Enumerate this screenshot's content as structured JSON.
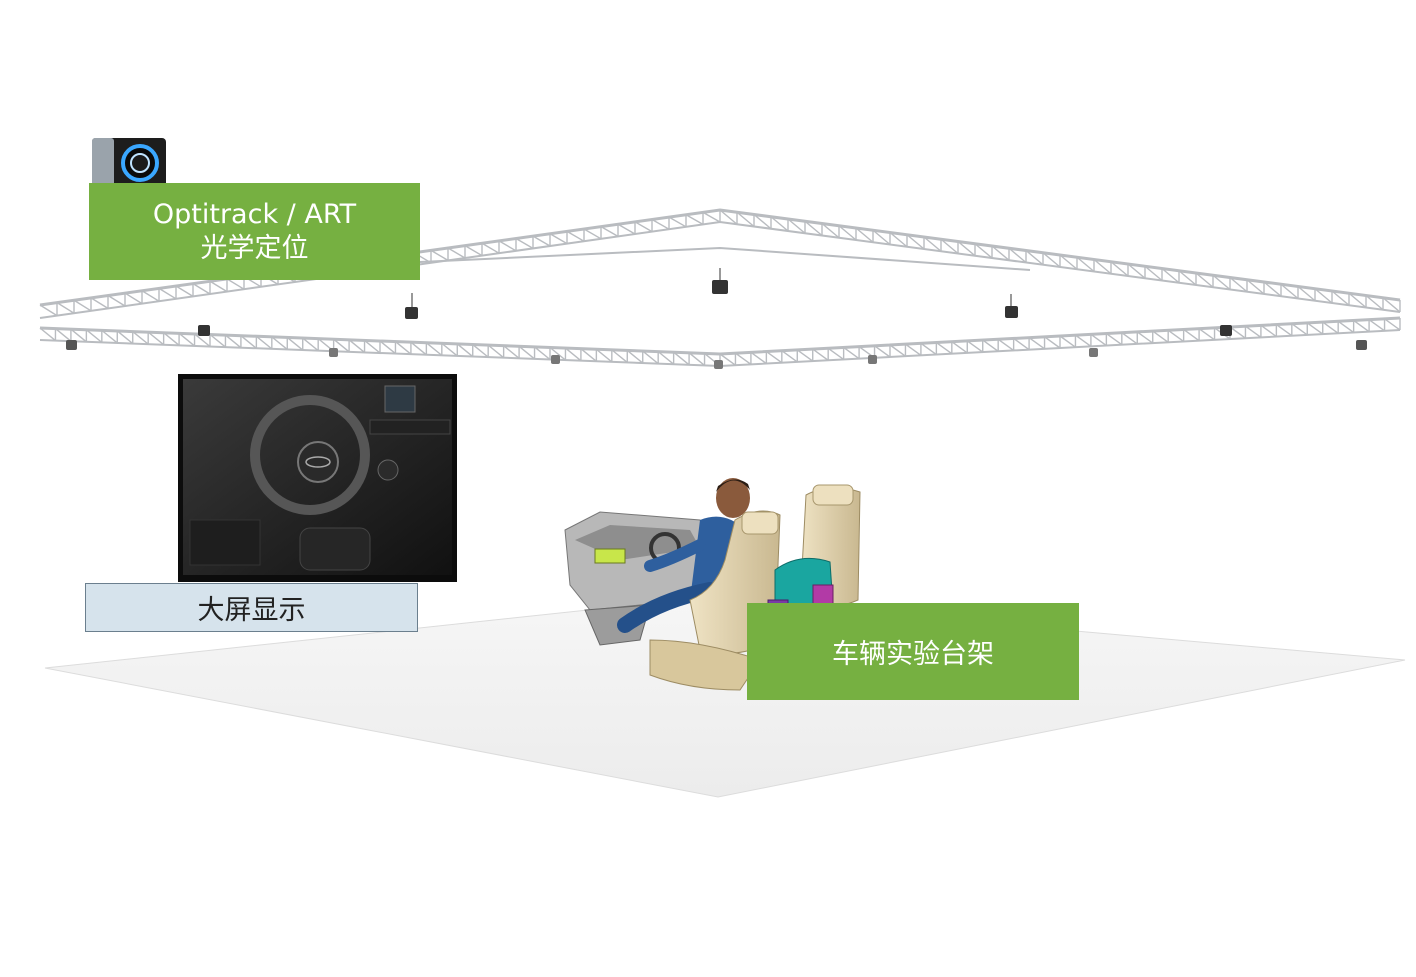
{
  "labels": {
    "optical": {
      "line1": "Optitrack / ART",
      "line2": "光学定位"
    },
    "screen": "大屏显示",
    "rig": "车辆实验台架"
  },
  "colors": {
    "label_green": "#76b041",
    "label_screen_bg": "#d6e3ec",
    "truss": "#b9bcc0",
    "floor": "#f2f2f2"
  },
  "icons": [
    "optical-camera-icon",
    "tracking-camera-icon",
    "display-screen-icon",
    "driving-simulator-icon"
  ]
}
